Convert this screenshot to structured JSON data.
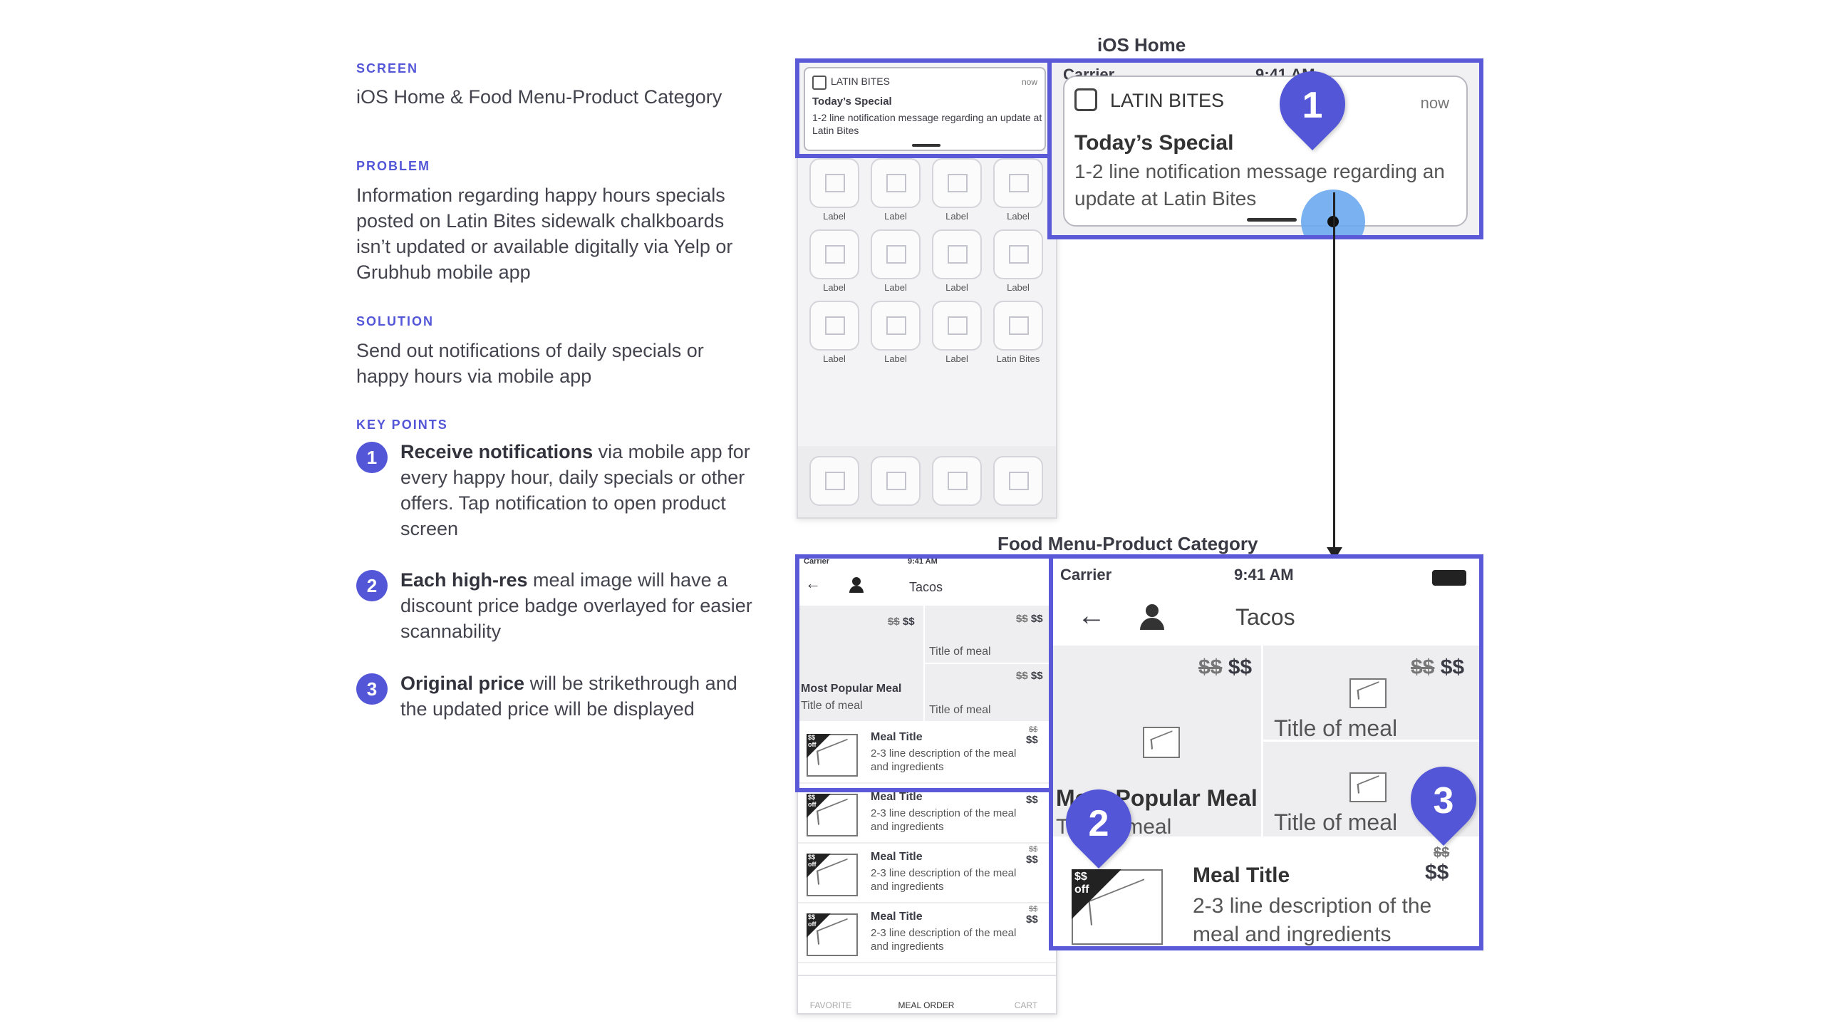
{
  "brief": {
    "screen_label": "SCREEN",
    "screen_text": "iOS Home & Food Menu-Product Category",
    "problem_label": "PROBLEM",
    "problem_text": "Information regarding happy hours specials posted on Latin Bites sidewalk chalkboards isn’t updated or available digitally via Yelp or Grubhub mobile app",
    "solution_label": "SOLUTION",
    "solution_text": "Send out notifications of daily specials or happy hours via mobile app",
    "key_points_label": "KEY POINTS",
    "key_points": [
      {
        "num": "1",
        "bold": "Receive notifications",
        "text": " via mobile app for every happy hour, daily specials or other offers. Tap notification to open product screen"
      },
      {
        "num": "2",
        "bold": "Each high-res",
        "text": " meal image will have a discount price badge overlayed for easier scannability"
      },
      {
        "num": "3",
        "bold": "Original price",
        "text": " will be strikethrough and the updated price will be displayed"
      }
    ]
  },
  "ios_home": {
    "title": "iOS Home",
    "notification": {
      "app_name": "LATIN BITES",
      "time": "now",
      "title": "Today’s Special",
      "message": "1-2 line notification message regarding an update at Latin Bites"
    },
    "app_labels": [
      "Label",
      "Label",
      "Label",
      "Label",
      "Label",
      "Label",
      "Label",
      "Label",
      "Label",
      "Label",
      "Label",
      "Latin Bites"
    ],
    "status_carrier": "Carrier",
    "status_time": "9:41 AM"
  },
  "food_menu": {
    "title": "Food Menu-Product Category",
    "status_carrier": "Carrier",
    "status_time": "9:41 AM",
    "nav_title": "Tacos",
    "old_price": "$$",
    "new_price": "$$",
    "popular_title": "Most Popular Meal",
    "popular_sub": "Title of meal",
    "tile_title": "Title of meal",
    "badge_text": "$$ off",
    "items": [
      {
        "title": "Meal Title",
        "desc": "2-3 line description of the meal and ingredients",
        "old": "$$",
        "new": "$$"
      },
      {
        "title": "Meal Title",
        "desc": "2-3 line description of the meal and ingredients",
        "old": "",
        "new": "$$"
      },
      {
        "title": "Meal Title",
        "desc": "2-3 line description of the meal and ingredients",
        "old": "$$",
        "new": "$$"
      },
      {
        "title": "Meal Title",
        "desc": "2-3 line description of the meal and ingredients",
        "old": "$$",
        "new": "$$"
      }
    ],
    "tabs": [
      "FAVORITE",
      "MEAL ORDER",
      "CART"
    ]
  },
  "markers": [
    "1",
    "2",
    "3"
  ],
  "colors": {
    "accent": "#5456d8",
    "tap": "#6aa8f0"
  }
}
